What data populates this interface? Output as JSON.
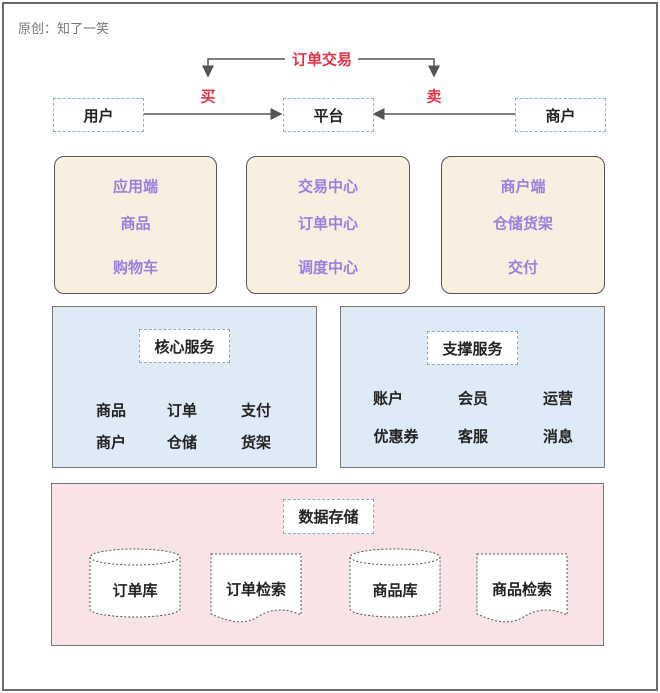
{
  "watermark": "原创：知了一笑",
  "top": {
    "trade": "订单交易",
    "buy": "买",
    "sell": "卖",
    "user": "用户",
    "platform": "平台",
    "merchant": "商户"
  },
  "cards": [
    [
      "应用端",
      "商品",
      "购物车"
    ],
    [
      "交易中心",
      "订单中心",
      "调度中心"
    ],
    [
      "商户端",
      "仓储货架",
      "交付"
    ]
  ],
  "core": {
    "title": "核心服务",
    "items": [
      "商品",
      "订单",
      "支付",
      "商户",
      "仓储",
      "货架"
    ]
  },
  "support": {
    "title": "支撑服务",
    "items": [
      "账户",
      "会员",
      "运营",
      "优惠券",
      "客服",
      "消息"
    ]
  },
  "storage": {
    "title": "数据存储",
    "items": [
      "订单库",
      "订单检索",
      "商品库",
      "商品检索"
    ]
  },
  "colors": {
    "red": "#e0334a",
    "purple": "#9b7fe0",
    "card": "#f9efe0",
    "blue": "#dfeaf7",
    "pink": "#f8e3e6"
  }
}
